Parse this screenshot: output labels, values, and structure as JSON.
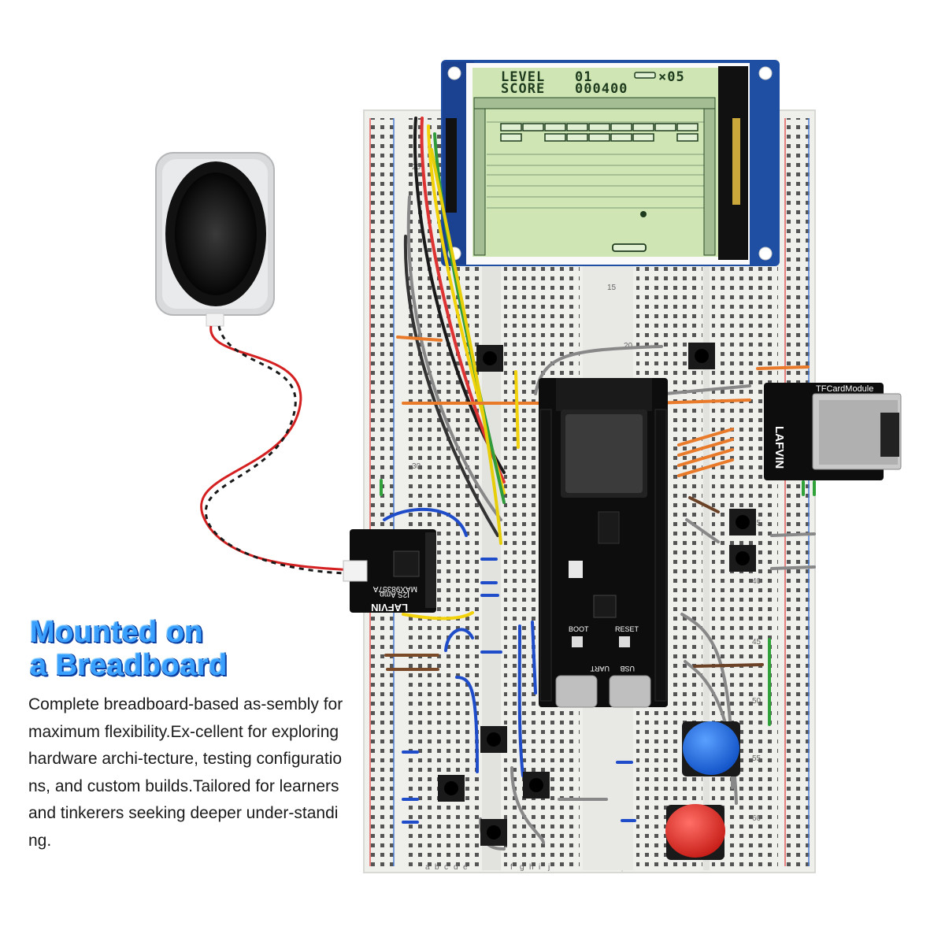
{
  "headline": {
    "line1": "Mounted on",
    "line2": "a Breadboard"
  },
  "description": "Complete breadboard-based as-sembly for maximum flexibility.Ex-cellent for exploring hardware archi-tecture, testing configurations, and custom builds.Tailored for learners and tinkerers seeking deeper under-standing.",
  "lcd": {
    "level_label": "LEVEL",
    "level_value": "01",
    "lives": "×05",
    "score_label": "SCORE",
    "score_value": "000400"
  },
  "modules": {
    "tfcard_title": "TFCardModule",
    "brand": "LAFVIN",
    "amp_name": "MAX98357A",
    "amp_sub": "I2S Amp",
    "boot_label": "BOOT",
    "reset_label": "RESET",
    "uart_label": "UART",
    "usb_label": "USB"
  },
  "breadboard": {
    "row_numbers": [
      "15",
      "20",
      "25",
      "30",
      "35",
      "40",
      "45",
      "50",
      "55",
      "60"
    ],
    "column_letters": [
      "a",
      "b",
      "c",
      "d",
      "e",
      "f",
      "g",
      "h",
      "i",
      "j"
    ]
  },
  "colors": {
    "headline": "#3aa0ff",
    "lcd_bg": "#cfe6b4",
    "board_pcb": "#0d0d0d",
    "tft_pcb": "#1f4fa3",
    "button_blue": "#1e64d6",
    "button_red": "#e0302a"
  }
}
